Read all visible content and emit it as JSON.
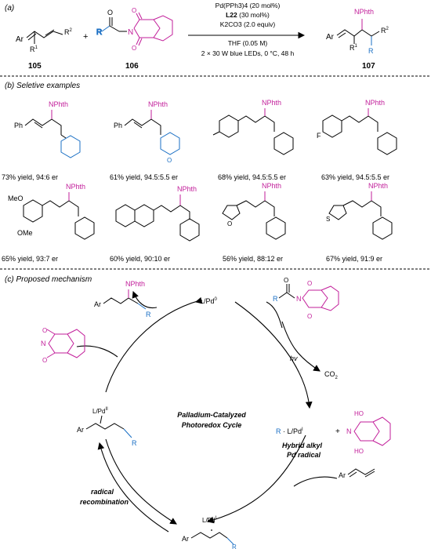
{
  "section_a": {
    "label": "(a)",
    "reactant1_id": "105",
    "reactant2_id": "106",
    "product_id": "107",
    "plus": "+",
    "cond_catalyst": "Pd(PPh3)4 (20 mol%)",
    "cond_ligand": "L22",
    "cond_ligand_amount": "(30 mol%)",
    "cond_base": "K2CO3 (2.0 equiv)",
    "cond_solvent": "THF (0.05 M)",
    "cond_light": "2 × 30 W blue LEDs, 0 °C, 48 h",
    "atom_ar": "Ar",
    "atom_r1": "R1",
    "atom_r2": "R2",
    "atom_r": "R",
    "atom_o": "O",
    "atom_n": "N",
    "product_nphth": "NPhth"
  },
  "section_b": {
    "label": "(b) Seletive examples",
    "nphth": "NPhth",
    "examples": [
      {
        "substituent": "Ph",
        "result": "73% yield, 94:6 er"
      },
      {
        "substituent": "Ph",
        "result": "61% yield, 94.5:5.5 er"
      },
      {
        "substituent": "",
        "result": "68% yield, 94.5:5.5 er"
      },
      {
        "substituent": "F",
        "result": "63% yield, 94.5:5.5 er"
      },
      {
        "substituent": "MeO",
        "substituent2": "OMe",
        "result": "65% yield, 93:7 er"
      },
      {
        "substituent": "",
        "result": "60% yield, 90:10 er"
      },
      {
        "substituent": "O",
        "result": "56% yield, 88:12 er"
      },
      {
        "substituent": "S",
        "result": "67% yield, 91:9 er"
      }
    ],
    "pyran_o": "O"
  },
  "section_c": {
    "label": "(c) Proposed mechanism",
    "top_species": "L/Pd0",
    "hv": "hv",
    "co2": "CO2",
    "radical_species": "R · L/PdI",
    "plus": "+",
    "hybrid_label_1": "Hybrid alkyl",
    "hybrid_label_2": "Pd radical",
    "center_title_1": "Palladium-Catalyzed",
    "center_title_2": "Photoredox Cycle",
    "left_species": "L/PdII",
    "bottom_species": "L/PdI",
    "radical_rec_1": "radical",
    "radical_rec_2": "recombination",
    "product_nphth": "NPhth",
    "ar": "Ar",
    "r": "R",
    "ho": "HO",
    "o": "O",
    "n": "N"
  }
}
